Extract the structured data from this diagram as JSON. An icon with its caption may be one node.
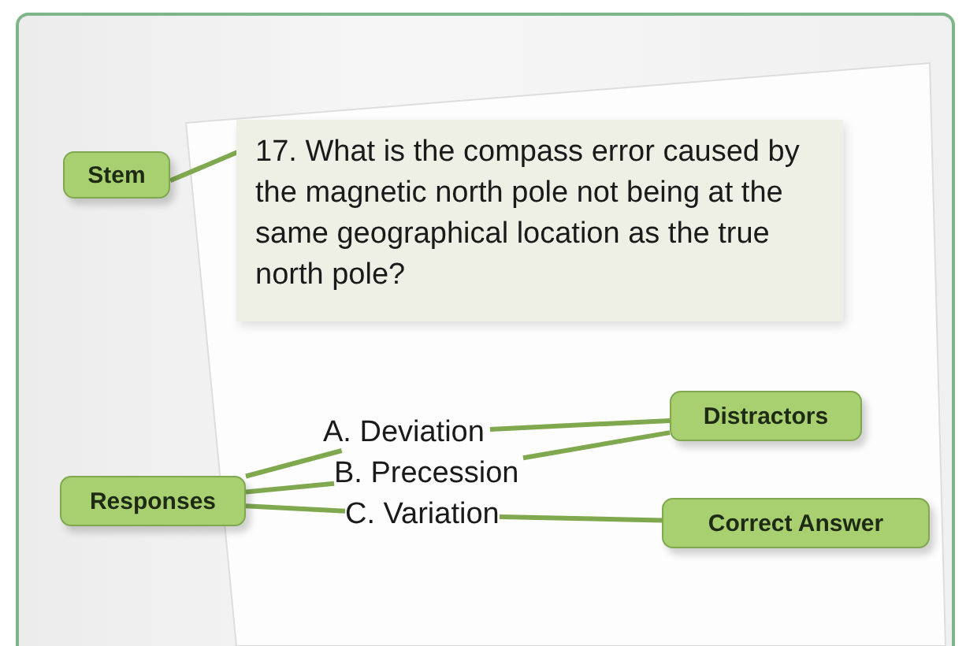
{
  "diagram": {
    "nodes": [
      {
        "text": [
          "Stem"
        ]
      },
      {
        "text": [
          "17. What is the compass error caused by the magnetic north pole not being at the same geographical location as the true north pole?"
        ]
      },
      {
        "text": [
          "Distractors"
        ]
      },
      {
        "text": [
          "A. Deviation"
        ]
      },
      {
        "text": [
          "B. Precession"
        ]
      },
      {
        "text": [
          "Responses"
        ]
      },
      {
        "text": [
          "C. Variation"
        ]
      },
      {
        "text": [
          "Correct Answer"
        ]
      }
    ],
    "edges": [
      {
        "from": 0,
        "to": 1,
        "arrow": "none"
      },
      {
        "from": 2,
        "to": 3,
        "arrow": "none"
      },
      {
        "from": 2,
        "to": 4,
        "arrow": "none"
      },
      {
        "from": 5,
        "to": 3,
        "arrow": "none"
      },
      {
        "from": 5,
        "to": 4,
        "arrow": "none"
      },
      {
        "from": 5,
        "to": 6,
        "arrow": "none"
      },
      {
        "from": 7,
        "to": 6,
        "arrow": "none"
      }
    ]
  }
}
